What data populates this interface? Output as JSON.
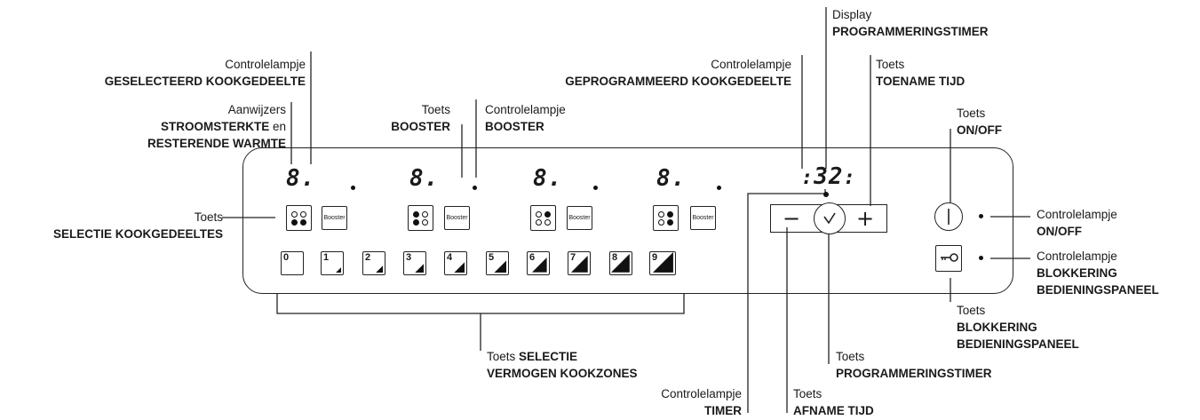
{
  "labels": {
    "display_timer": {
      "line1": "Display",
      "line2": "PROGRAMMERINGSTIMER"
    },
    "lamp_selected_zone": {
      "line1": "Controlelampje",
      "line2": "GESELECTEERD KOOKGEDEELTE"
    },
    "indicators": {
      "line1": "Aanwijzers",
      "line2a": "STROOMSTERKTE",
      "line2b": " en",
      "line3": "RESTERENDE WARMTE"
    },
    "key_booster": {
      "line1": "Toets",
      "line2": "BOOSTER"
    },
    "lamp_booster": {
      "line1": "Controlelampje",
      "line2": "BOOSTER"
    },
    "lamp_programmed_zone": {
      "line1": "Controlelampje",
      "line2": "GEPROGRAMMEERD KOOKGEDEELTE"
    },
    "key_increase": {
      "line1": "Toets",
      "line2": "TOENAME TIJD"
    },
    "key_onoff": {
      "line1": "Toets",
      "line2": "ON/OFF"
    },
    "key_zone_select": {
      "line1": "Toets",
      "line2": "SELECTIE KOOKGEDEELTES"
    },
    "lamp_onoff": {
      "line1": "Controlelampje",
      "line2": "ON/OFF"
    },
    "lamp_lock": {
      "line1": "Controlelampje",
      "line2": "BLOKKERING",
      "line3": "BEDIENINGSPANEEL"
    },
    "key_lock": {
      "line1": "Toets",
      "line2": "BLOKKERING",
      "line3": "BEDIENINGSPANEEL"
    },
    "key_power": {
      "line1a": "Toets ",
      "line1b": "SELECTIE",
      "line2": "VERMOGEN KOOKZONES"
    },
    "key_timer": {
      "line1": "Toets",
      "line2": "PROGRAMMERINGSTIMER"
    },
    "lamp_timer": {
      "line1": "Controlelampje",
      "line2": "TIMER"
    },
    "key_decrease": {
      "line1": "Toets",
      "line2": "AFNAME TIJD"
    }
  },
  "panel": {
    "zone_displays": [
      "8.",
      "8.",
      "8.",
      "8."
    ],
    "booster_label": "Booster",
    "timer_display": "32",
    "power_levels": [
      "0",
      "1",
      "2",
      "3",
      "4",
      "5",
      "6",
      "7",
      "8",
      "9"
    ],
    "minus": "−",
    "plus": "+"
  }
}
